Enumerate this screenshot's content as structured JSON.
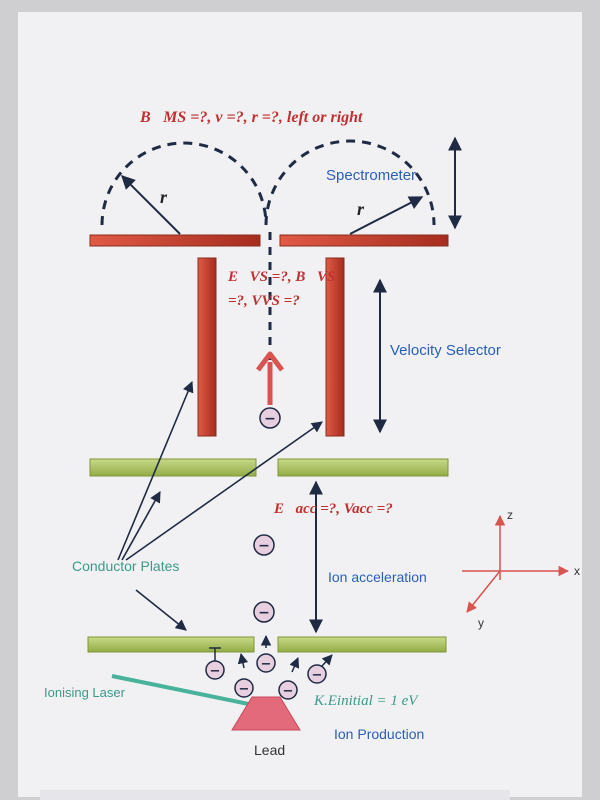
{
  "labels": {
    "ms_question": "B⃗MS =?, v =?, r =?, left or right",
    "spectrometer": "Spectrometer",
    "r_left": "r",
    "r_right": "r",
    "vs_question_line1": "E⃗VS =?, B⃗VS",
    "vs_question_line2": "=?, VVS =?",
    "velocity_selector": "Velocity Selector",
    "acc_question": "E⃗acc =?, Vacc =?",
    "conductor_plates": "Conductor Plates",
    "ion_acceleration": "Ion acceleration",
    "ionising_laser": "Ionising Laser",
    "ke_initial": "K.Einitial = 1 eV",
    "ion_production": "Ion Production",
    "lead": "Lead",
    "axis_z": "z",
    "axis_x": "x",
    "axis_y": "y",
    "ion_sign": "−"
  },
  "colors": {
    "background": "#f1f1f3",
    "red_plate": "#c8432c",
    "green_plate": "#a9c05a",
    "label_red": "#c03030",
    "label_blue": "#2a5fb8",
    "label_teal": "#3a9a8a"
  }
}
